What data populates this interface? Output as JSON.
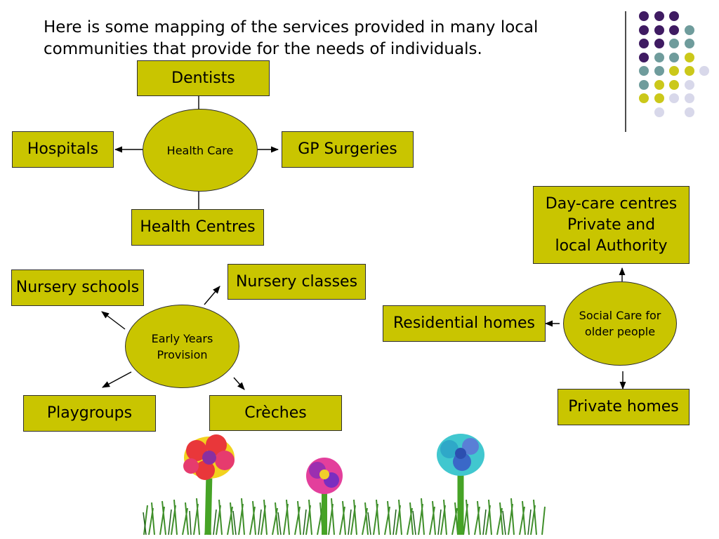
{
  "intro_text": "Here is some mapping of the services provided in many local communities that provide for the needs of individuals.",
  "health_care": {
    "hub": "Health Care",
    "top": "Dentists",
    "left": "Hospitals",
    "right": "GP Surgeries",
    "bottom": "Health Centres"
  },
  "early_years": {
    "hub_line1": "Early Years",
    "hub_line2": "Provision",
    "top_left": "Nursery schools",
    "top_right": "Nursery classes",
    "bottom_left": "Playgroups",
    "bottom_right": "Crèches"
  },
  "social_care": {
    "hub_line1": "Social Care for",
    "hub_line2": "older people",
    "top_line1": "Day-care centres",
    "top_line2": "Private and",
    "top_line3": "local Authority",
    "left": "Residential homes",
    "bottom": "Private homes"
  },
  "colors": {
    "box_fill": "#c9c500",
    "dot_purple": "#3f1b62",
    "dot_teal": "#6f9c9c",
    "dot_olive": "#cbc81a",
    "dot_lavender": "#d8d8ea"
  }
}
